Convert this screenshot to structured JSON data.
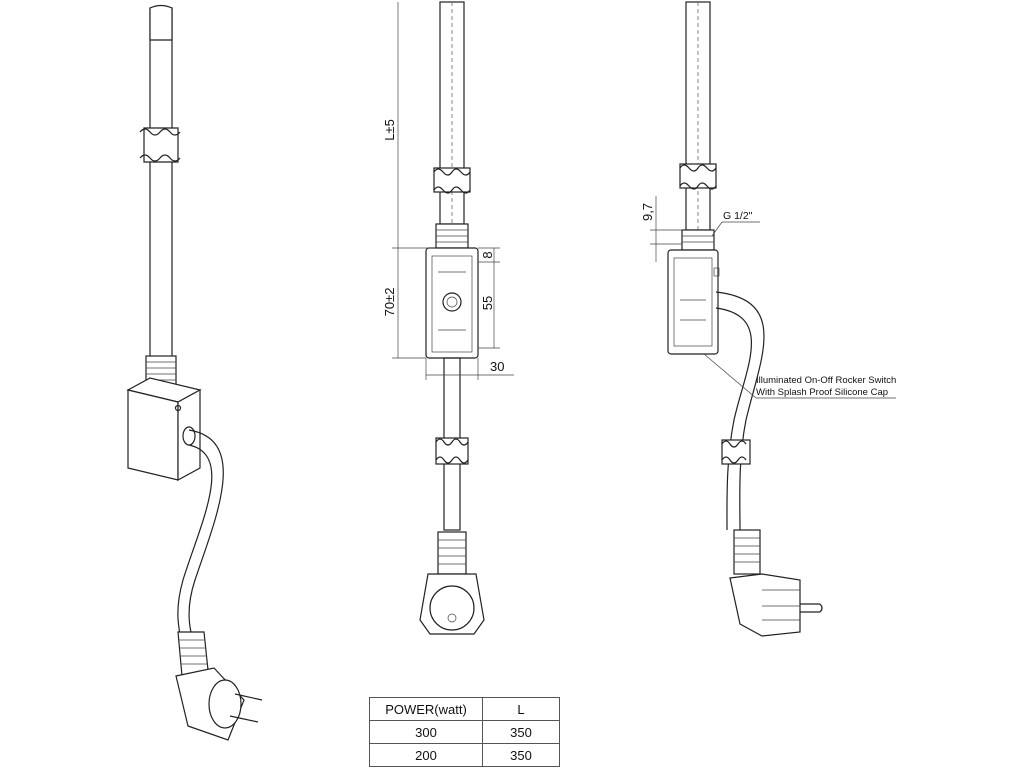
{
  "dimensions": {
    "length": "L±5",
    "body_height": "70±2",
    "top_offset": "8",
    "switch_height": "55",
    "width": "30",
    "thread_height": "9,7",
    "thread_size": "G 1/2\""
  },
  "annotation": {
    "line1": "Illuminated On-Off Rocker Switch",
    "line2": "With Splash Proof Silicone Cap"
  },
  "spec_table": {
    "headers": [
      "POWER(watt)",
      "L"
    ],
    "rows": [
      [
        "300",
        "350"
      ],
      [
        "200",
        "350"
      ]
    ]
  }
}
